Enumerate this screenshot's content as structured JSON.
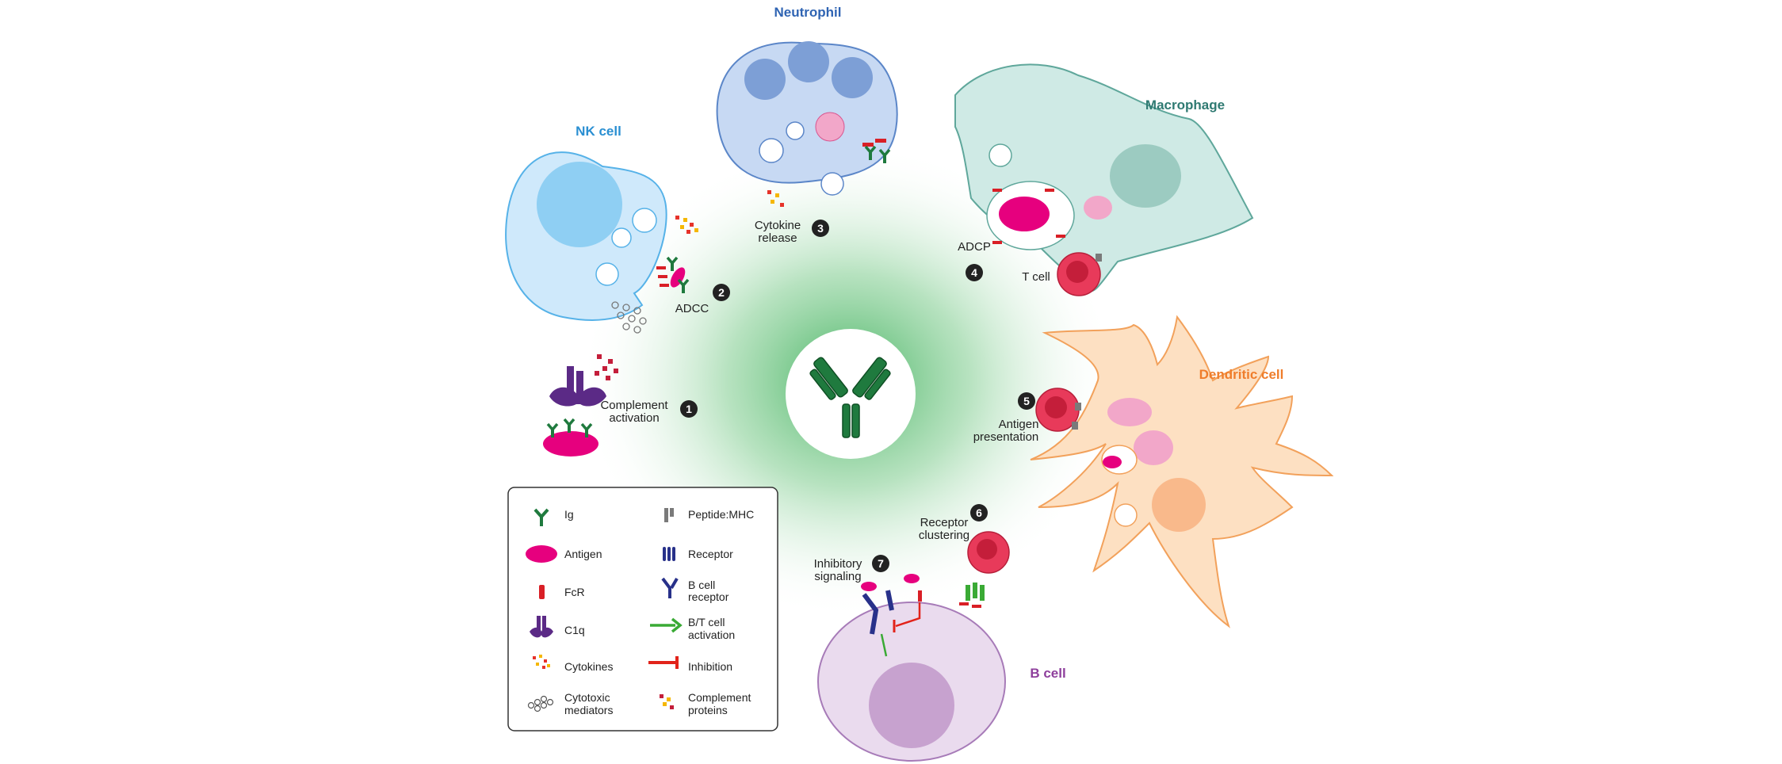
{
  "colors": {
    "ig": "#1f7a3e",
    "antigen": "#e6007e",
    "fcr": "#d91f26",
    "c1q": "#5b2a86",
    "receptor": "#28318a",
    "activation": "#3aaa35",
    "inhibition": "#e2231a",
    "mhc": "#7a7a7a",
    "nk": "#cfe9fb",
    "neutrophil": "#c7d9f3",
    "macrophage": "#cfeae5",
    "dendritic": "#fde0c2",
    "bcell": "#eadbee",
    "tcell": "#e83a5a"
  },
  "cells": {
    "nk": "NK cell",
    "neutrophil": "Neutrophil",
    "macrophage": "Macrophage",
    "dendritic": "Dendritic cell",
    "bcell": "B cell",
    "tcell": "T cell"
  },
  "steps": [
    {
      "number": "1",
      "label_lines": [
        "Complement",
        "activation"
      ]
    },
    {
      "number": "2",
      "label_lines": [
        "ADCC"
      ]
    },
    {
      "number": "3",
      "label_lines": [
        "Cytokine",
        "release"
      ]
    },
    {
      "number": "4",
      "label_lines": [
        "ADCP"
      ]
    },
    {
      "number": "5",
      "label_lines": [
        "Antigen",
        "presentation"
      ]
    },
    {
      "number": "6",
      "label_lines": [
        "Receptor",
        "clustering"
      ]
    },
    {
      "number": "7",
      "label_lines": [
        "Inhibitory",
        "signaling"
      ]
    }
  ],
  "legend": [
    {
      "icon": "ig-icon",
      "lines": [
        "Ig"
      ]
    },
    {
      "icon": "peptide-mhc-icon",
      "lines": [
        "Peptide:MHC"
      ]
    },
    {
      "icon": "antigen-icon",
      "lines": [
        "Antigen"
      ]
    },
    {
      "icon": "receptor-icon",
      "lines": [
        "Receptor"
      ]
    },
    {
      "icon": "fcr-icon",
      "lines": [
        "FcR"
      ]
    },
    {
      "icon": "b-cell-receptor-icon",
      "lines": [
        "B cell",
        "receptor"
      ]
    },
    {
      "icon": "c1q-icon",
      "lines": [
        "C1q"
      ]
    },
    {
      "icon": "activation-arrow-icon",
      "lines": [
        "B/T cell",
        "activation"
      ]
    },
    {
      "icon": "cytokines-icon",
      "lines": [
        "Cytokines"
      ]
    },
    {
      "icon": "inhibition-icon",
      "lines": [
        "Inhibition"
      ]
    },
    {
      "icon": "cytotoxic-mediators-icon",
      "lines": [
        "Cytotoxic",
        "mediators"
      ]
    },
    {
      "icon": "complement-proteins-icon",
      "lines": [
        "Complement",
        "proteins"
      ]
    }
  ]
}
